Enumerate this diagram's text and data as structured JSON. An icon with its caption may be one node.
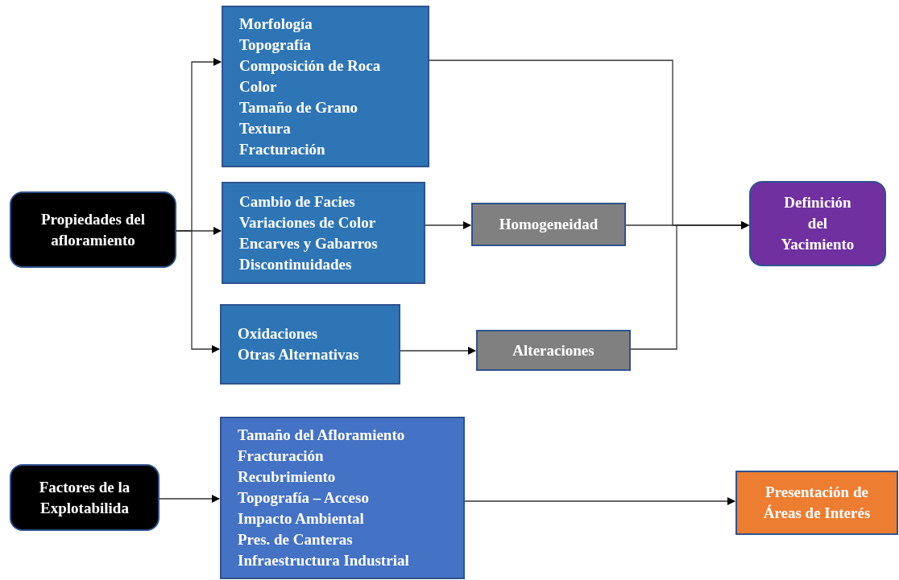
{
  "diagram": {
    "nodes": [
      {
        "text": [
          "Propiedades del afloramiento"
        ]
      },
      {
        "text": [
          "Morfología",
          "Topografía",
          "Composición de Roca",
          "Color",
          "Tamaño de Grano",
          "Textura",
          "Fracturación"
        ]
      },
      {
        "text": [
          "Cambio de Facies",
          "Variaciones de Color",
          "Encarves y Gabarros",
          "Discontinuidades"
        ]
      },
      {
        "text": [
          "Oxidaciones",
          "Otras Alternativas"
        ]
      },
      {
        "text": [
          "Homogeneidad"
        ]
      },
      {
        "text": [
          "Alteraciones"
        ]
      },
      {
        "text": [
          "Definición del Yacimiento"
        ]
      },
      {
        "text": [
          "Factores de la Explotabilida"
        ]
      },
      {
        "text": [
          "Tamaño del Afloramiento",
          "Fracturación",
          "Recubrimiento",
          "Topografía – Acceso",
          "Impacto Ambiental",
          "Pres. de Canteras",
          "Infraestructura Industrial"
        ]
      },
      {
        "text": [
          "Presentación de Áreas de Interés"
        ]
      }
    ],
    "edges": [
      {
        "from": 0,
        "to": 1,
        "arrow": "to"
      },
      {
        "from": 0,
        "to": 2,
        "arrow": "to"
      },
      {
        "from": 0,
        "to": 3,
        "arrow": "to"
      },
      {
        "from": 2,
        "to": 4,
        "arrow": "to"
      },
      {
        "from": 3,
        "to": 5,
        "arrow": "to"
      },
      {
        "from": 1,
        "to": 6,
        "arrow": "to"
      },
      {
        "from": 4,
        "to": 6,
        "arrow": "to"
      },
      {
        "from": 5,
        "to": 6,
        "arrow": "to"
      },
      {
        "from": 7,
        "to": 8,
        "arrow": "to"
      },
      {
        "from": 8,
        "to": 9,
        "arrow": "to"
      }
    ]
  }
}
